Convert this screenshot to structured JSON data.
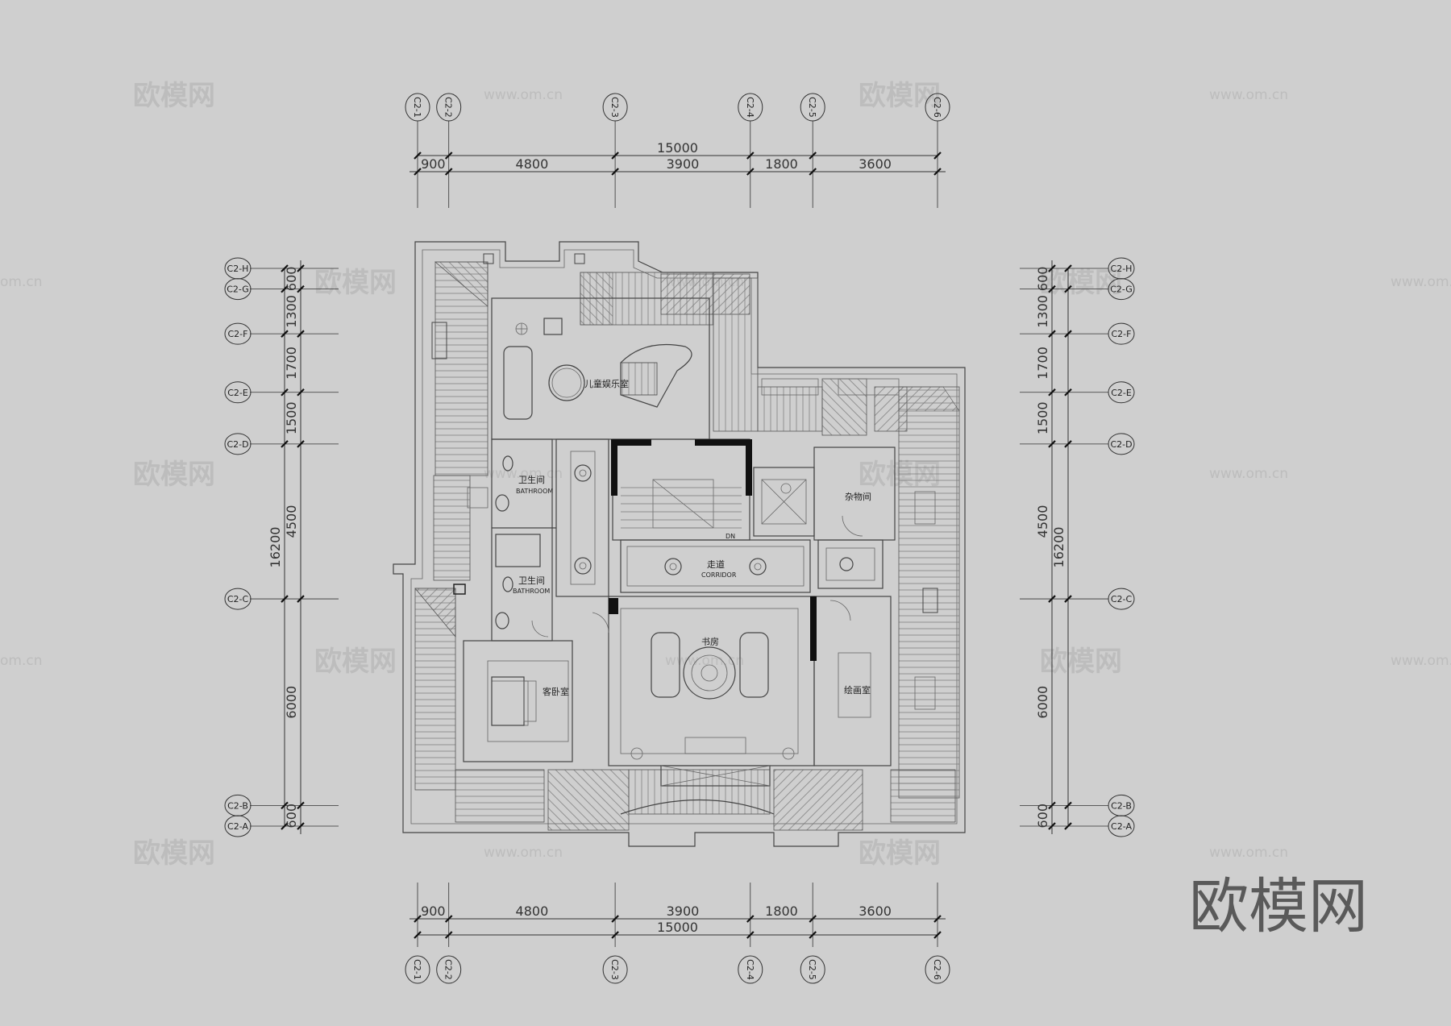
{
  "watermarks": {
    "brand": "欧模网",
    "url": "www.om.cn",
    "url_partial": "om.cn"
  },
  "logo": "欧模网",
  "grid_top": {
    "axes": [
      "C2-1",
      "C2-2",
      "C2-3",
      "C2-4",
      "C2-5",
      "C2-6"
    ],
    "total": "15000",
    "segments": [
      "900",
      "4800",
      "3900",
      "1800",
      "3600"
    ]
  },
  "grid_bottom": {
    "axes": [
      "C2-1",
      "C2-2",
      "C2-3",
      "C2-4",
      "C2-5",
      "C2-6"
    ],
    "total": "15000",
    "segments": [
      "900",
      "4800",
      "3900",
      "1800",
      "3600"
    ]
  },
  "grid_left": {
    "axes": [
      "C2-H",
      "C2-G",
      "C2-F",
      "C2-E",
      "C2-D",
      "C2-C",
      "C2-B",
      "C2-A"
    ],
    "total": "16200",
    "segments": [
      "600",
      "1300",
      "1700",
      "1500",
      "4500",
      "6000",
      "600"
    ]
  },
  "grid_right": {
    "axes": [
      "C2-H",
      "C2-G",
      "C2-F",
      "C2-E",
      "C2-D",
      "C2-C",
      "C2-B",
      "C2-A"
    ],
    "total": "16200",
    "segments": [
      "600",
      "1300",
      "1700",
      "1500",
      "4500",
      "6000",
      "600"
    ]
  },
  "rooms": {
    "kids_room": "儿童娱乐室",
    "bath1_cn": "卫生间",
    "bath1_en": "BATHROOM",
    "bath2_cn": "卫生间",
    "bath2_en": "BATHROOM",
    "storage": "杂物间",
    "corridor_cn": "走道",
    "corridor_en": "CORRIDOR",
    "study": "书房",
    "guest_room": "客卧室",
    "painting_room": "绘画室",
    "stair_mark": "DN"
  }
}
